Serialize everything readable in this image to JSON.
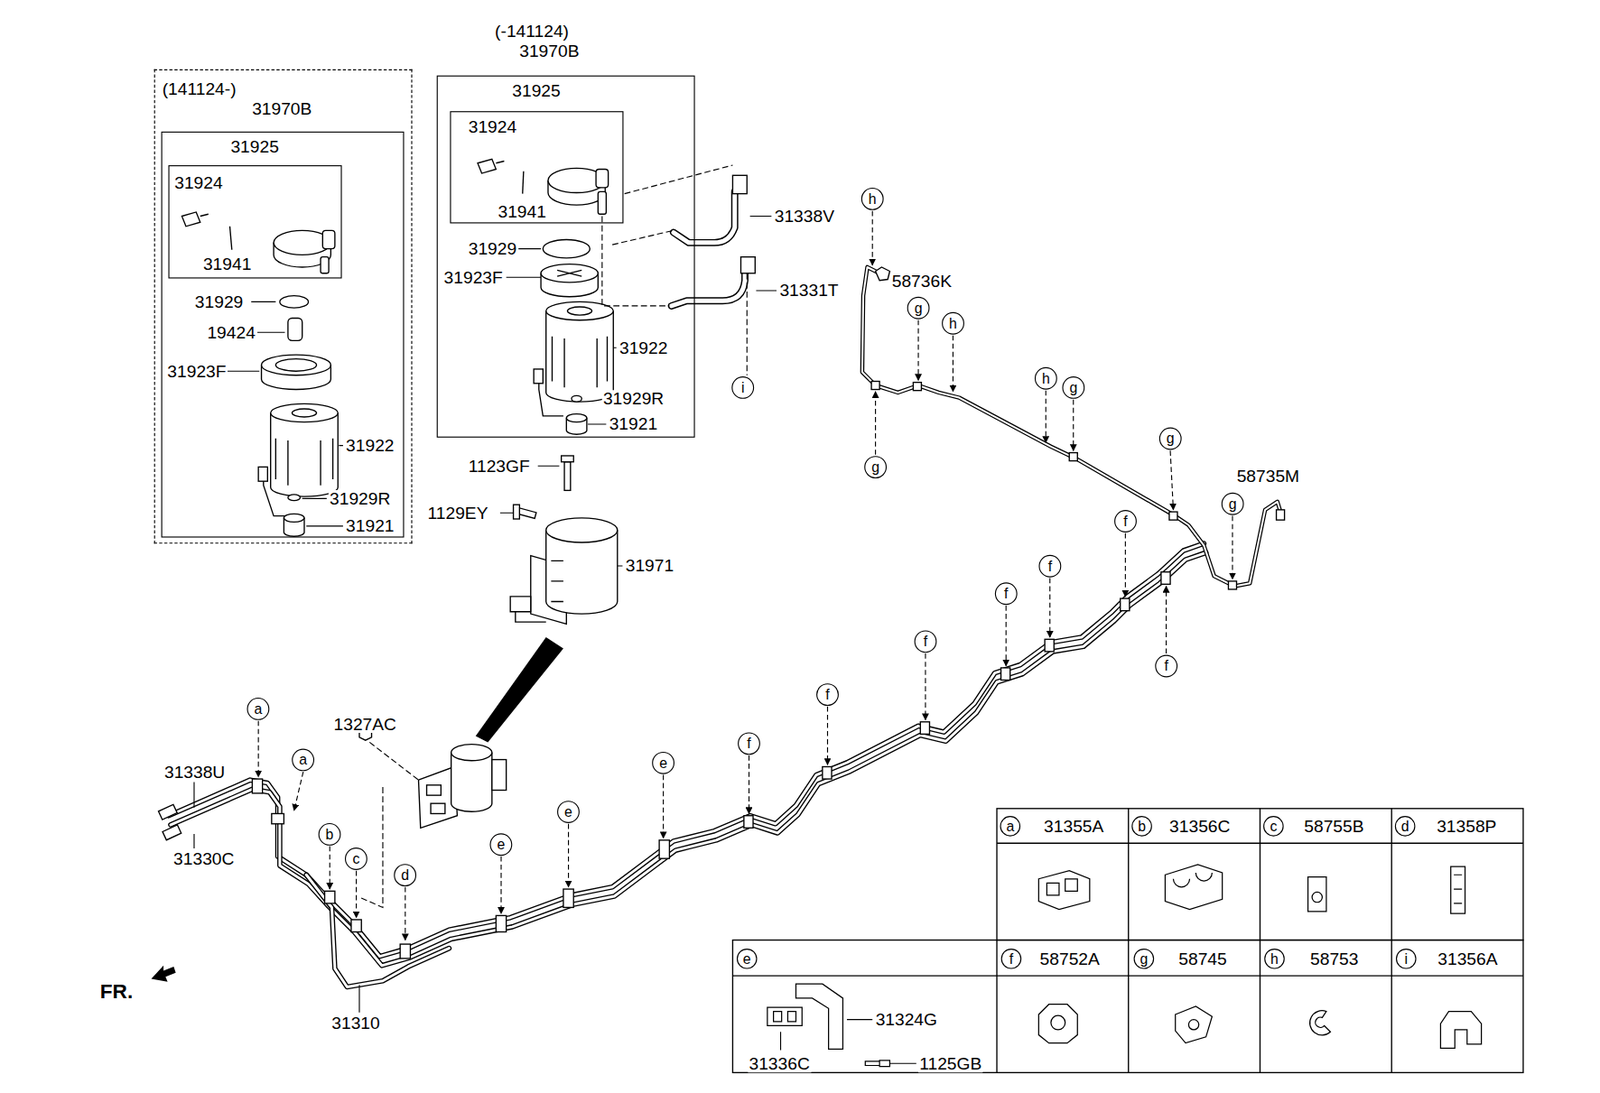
{
  "diagram": {
    "nodes": [
      {
        "text": [
          "(141124-)"
        ]
      },
      {
        "text": [
          "31970B"
        ],
        "in": 0
      },
      {
        "text": [
          "31925"
        ],
        "in": 1
      },
      {
        "text": [
          "(-141124)",
          "31970B"
        ]
      },
      {
        "text": [
          "31925"
        ],
        "in": 3
      },
      {
        "text": [
          "h"
        ]
      },
      {
        "text": [
          "g"
        ]
      },
      {
        "text": [
          "h"
        ]
      },
      {
        "text": [
          "h"
        ]
      },
      {
        "text": [
          "g"
        ]
      },
      {
        "text": [
          "i"
        ]
      },
      {
        "text": [
          "g"
        ]
      },
      {
        "text": [
          "g"
        ]
      },
      {
        "text": [
          "g"
        ]
      },
      {
        "text": [
          "f"
        ]
      },
      {
        "text": [
          "f"
        ]
      },
      {
        "text": [
          "f"
        ]
      },
      {
        "text": [
          "f"
        ]
      },
      {
        "text": [
          "f"
        ]
      },
      {
        "text": [
          "f"
        ]
      },
      {
        "text": [
          "a"
        ]
      },
      {
        "text": [
          "f"
        ]
      },
      {
        "text": [
          "a"
        ]
      },
      {
        "text": [
          "e"
        ]
      },
      {
        "text": [
          "e"
        ]
      },
      {
        "text": [
          "b"
        ]
      },
      {
        "text": [
          "e"
        ]
      },
      {
        "text": [
          "c"
        ]
      },
      {
        "text": [
          "d"
        ]
      },
      {
        "text": [
          "a"
        ]
      },
      {
        "text": [
          "b"
        ]
      },
      {
        "text": [
          "c"
        ]
      },
      {
        "text": [
          "d"
        ]
      },
      {
        "text": [
          "e"
        ]
      },
      {
        "text": [
          "f"
        ]
      },
      {
        "text": [
          "g"
        ]
      },
      {
        "text": [
          "h"
        ]
      },
      {
        "text": [
          "i"
        ]
      }
    ],
    "labels": [
      "31924",
      "31941",
      "31929",
      "19424",
      "31923F",
      "31922",
      "31929R",
      "31921",
      "31924",
      "31941",
      "31929",
      "31923F",
      "31922",
      "31929R",
      "31921",
      "31338V",
      "31331T",
      "58736K",
      "1123GF",
      "1129EY",
      "31971",
      "58735M",
      "1327AC",
      "31338U",
      "31330C",
      "31310",
      "FR.",
      "31355A",
      "31356C",
      "58755B",
      "31358P",
      "58752A",
      "58745",
      "58753",
      "31356A",
      "31324G",
      "31336C",
      "1125GB"
    ]
  }
}
